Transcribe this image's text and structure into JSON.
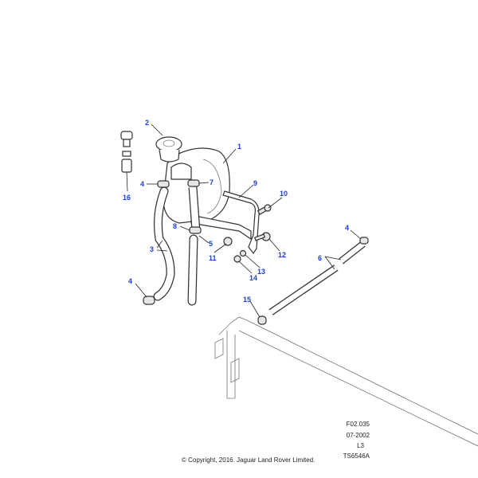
{
  "diagram": {
    "callouts": [
      {
        "id": "1",
        "label": "1"
      },
      {
        "id": "2",
        "label": "2"
      },
      {
        "id": "3",
        "label": "3"
      },
      {
        "id": "4a",
        "label": "4"
      },
      {
        "id": "4b",
        "label": "4"
      },
      {
        "id": "4c",
        "label": "4"
      },
      {
        "id": "5",
        "label": "5"
      },
      {
        "id": "6",
        "label": "6"
      },
      {
        "id": "7",
        "label": "7"
      },
      {
        "id": "8",
        "label": "8"
      },
      {
        "id": "9",
        "label": "9"
      },
      {
        "id": "10",
        "label": "10"
      },
      {
        "id": "11",
        "label": "11"
      },
      {
        "id": "12",
        "label": "12"
      },
      {
        "id": "13",
        "label": "13"
      },
      {
        "id": "14",
        "label": "14"
      },
      {
        "id": "15",
        "label": "15"
      },
      {
        "id": "16",
        "label": "16"
      }
    ],
    "callout_color": "#1a3cf0"
  },
  "footer": {
    "figure_code": "F02.035",
    "date": "07-2002",
    "level": "L3",
    "drawing_id": "TS6546A",
    "copyright": "© Copyright, 2016. Jaguar Land Rover Limited."
  }
}
